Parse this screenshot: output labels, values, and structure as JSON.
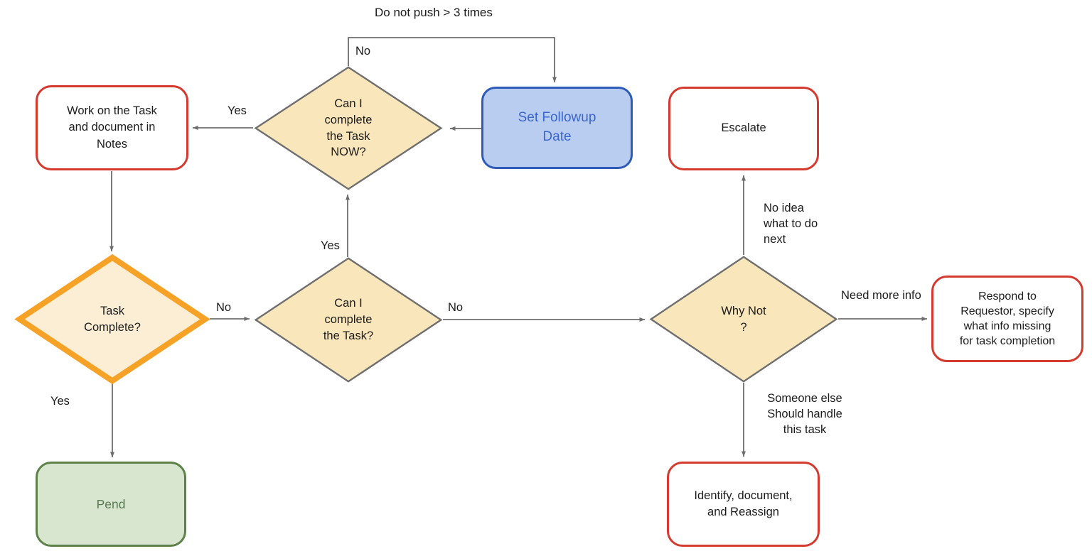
{
  "diagram": {
    "colors": {
      "background": "#ffffff",
      "diamond_fill": "#FAE6BB",
      "diamond_border": "#6F6F6F",
      "highlight_diamond_fill": "#FBEED4",
      "highlight_diamond_border": "#F5A226",
      "terminal_fill": "#FFFFFF",
      "terminal_border": "#D43A2D",
      "process_fill": "#B9CDF1",
      "process_border": "#2E5CB8",
      "process_text": "#3A66D0",
      "pend_fill": "#D8E6CF",
      "pend_border": "#5E8149",
      "pend_text": "#587A52",
      "arrow": "#6E6E6E",
      "text": "#1C1C1C"
    },
    "nodes": {
      "work": {
        "label": "Work on the Task\nand document in\nNotes"
      },
      "can_complete_now": {
        "label": "Can I\ncomplete\nthe Task\nNOW?"
      },
      "set_followup": {
        "label": "Set Followup\nDate"
      },
      "escalate": {
        "label": "Escalate"
      },
      "task_complete": {
        "label": "Task\nComplete?"
      },
      "can_complete": {
        "label": "Can I\ncomplete\nthe Task?"
      },
      "why_not": {
        "label": "Why Not\n?"
      },
      "pend": {
        "label": "Pend"
      },
      "respond": {
        "label": "Respond to\nRequestor, specify\nwhat info missing\nfor task completion"
      },
      "reassign": {
        "label": "Identify, document,\nand Reassign"
      }
    },
    "edge_labels": {
      "do_not_push": "Do not push > 3 times",
      "no_top": "No",
      "yes_now_to_work": "Yes",
      "yes_can_to_now": "Yes",
      "no_can_to_why": "No",
      "no_task_complete": "No",
      "yes_task_complete": "Yes",
      "no_idea": "No idea\nwhat to do\nnext",
      "need_more_info": "Need more info",
      "someone_else": "Someone else\nShould handle\nthis task"
    }
  }
}
